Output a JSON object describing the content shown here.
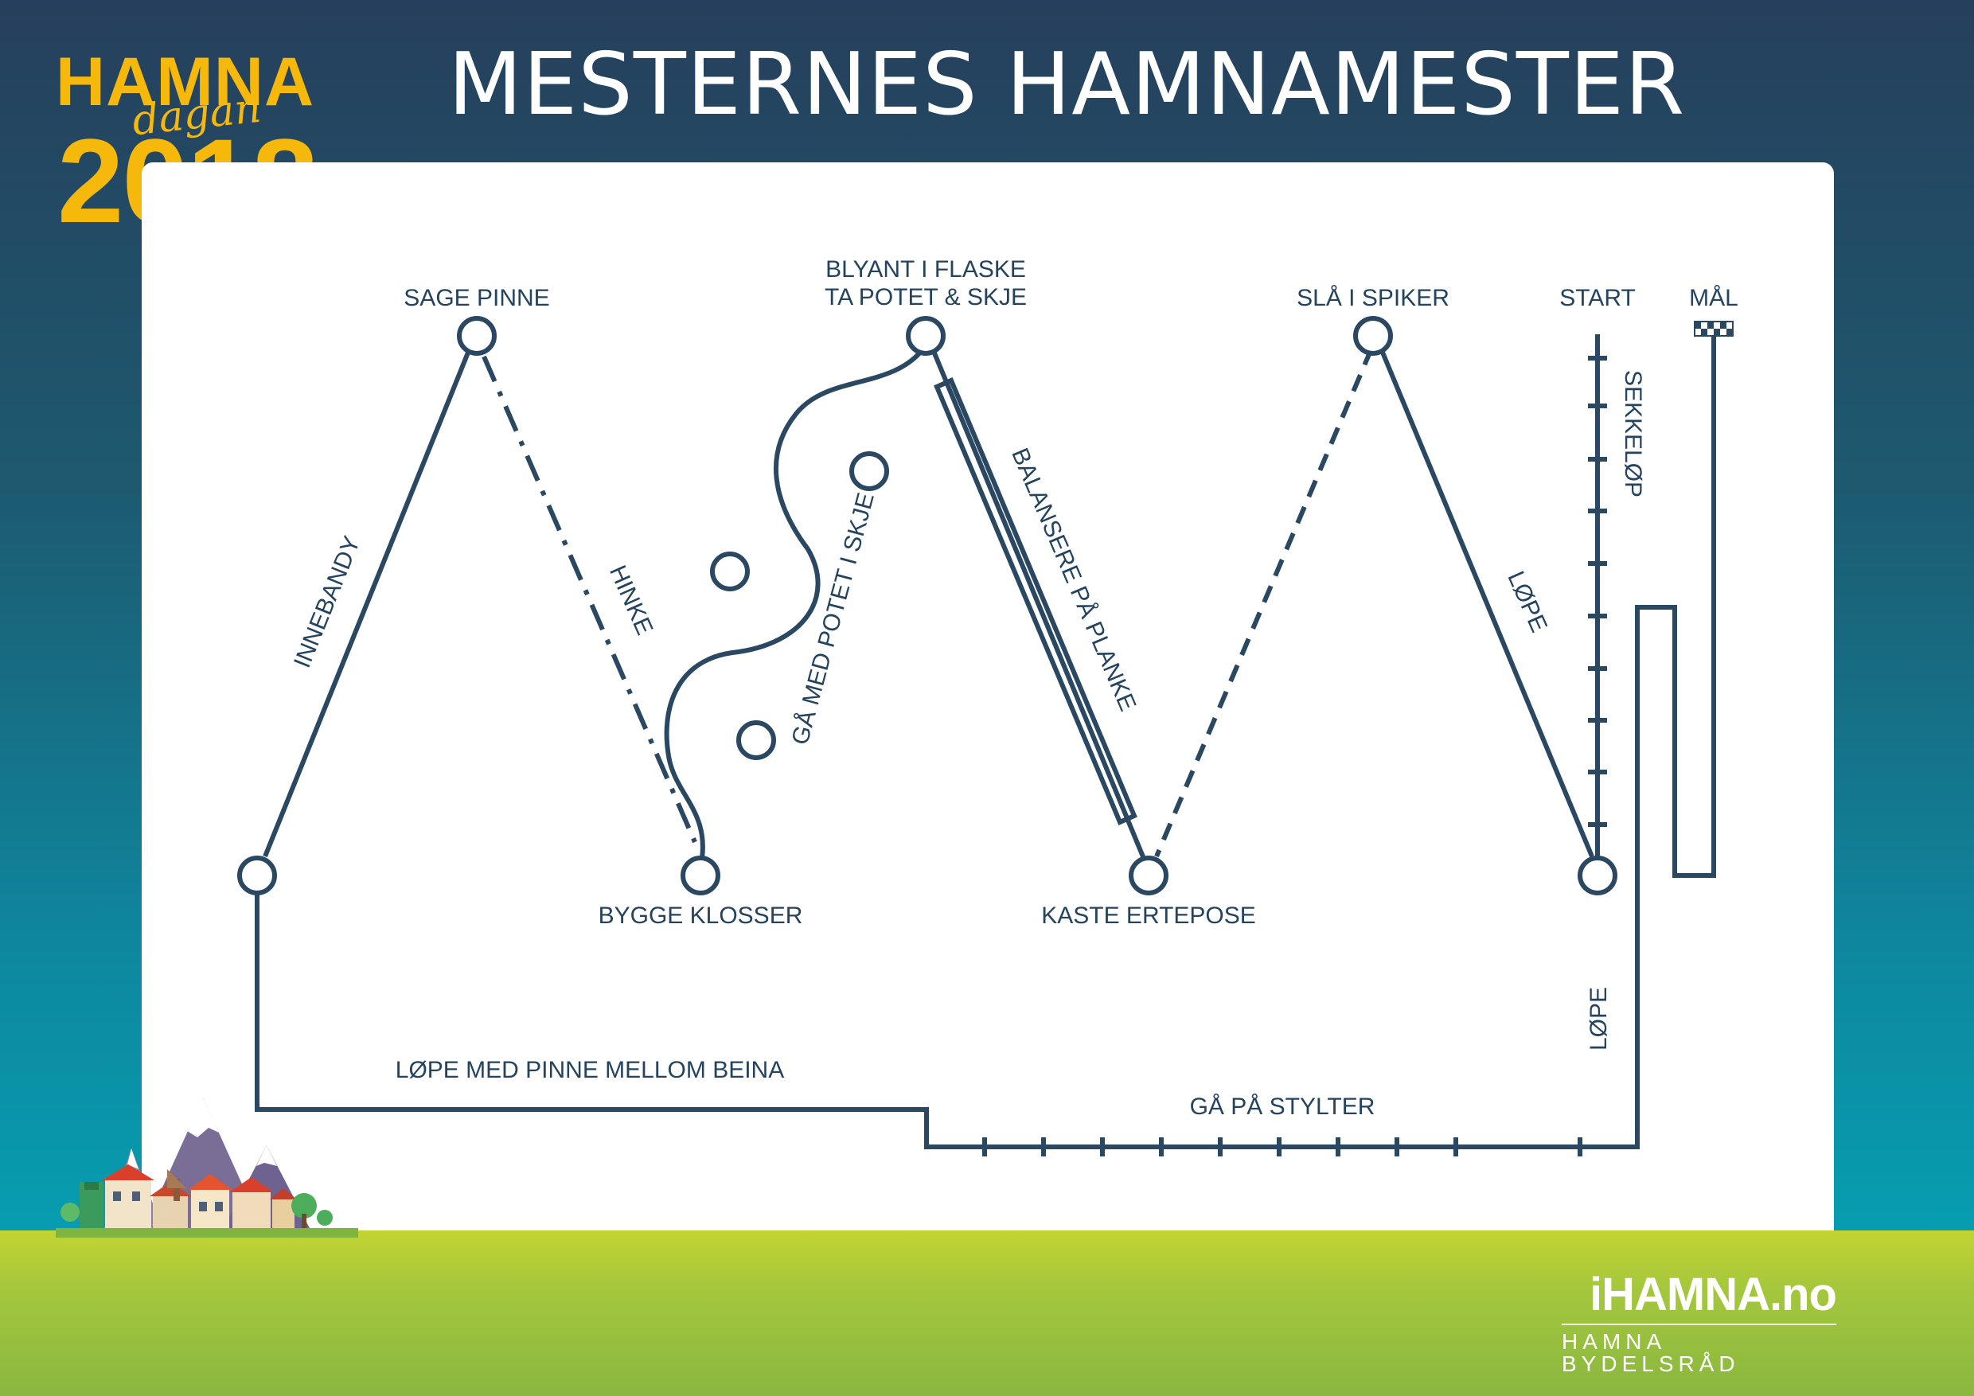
{
  "logo": {
    "line1": "HAMNA",
    "line2": "dagan",
    "year": "2018"
  },
  "title": "MESTERNES HAMNAMESTER",
  "stations": {
    "sage_pinne": "SAGE PINNE",
    "blyant_line1": "BLYANT I FLASKE",
    "blyant_line2": "TA POTET & SKJE",
    "sla_i_spiker": "SLÅ I SPIKER",
    "start": "START",
    "mal": "MÅL",
    "bygge_klosser": "BYGGE KLOSSER",
    "kaste_ertepose": "KASTE ERTEPOSE"
  },
  "activities": {
    "innebandy": "INNEBANDY",
    "hinke": "HINKE",
    "potet_i_skje": "GÅ MED POTET I SKJE",
    "balansere": "BALANSERE PÅ PLANKE",
    "lope_1": "LØPE",
    "sekkelop": "SEKKELØP",
    "lope_2": "LØPE",
    "lope_med_pinne": "LØPE MED PINNE MELLOM BEINA",
    "ga_pa_stylter": "GÅ PÅ STYLTER"
  },
  "brand": {
    "name": "iHAMNA.no",
    "org": "HAMNA BYDELSRÅD"
  },
  "colors": {
    "track": "#2b4862",
    "logo_yellow": "#f6b90b",
    "bg_top": "#263f5c",
    "bg_bottom": "#03a9b9",
    "grass": "#a5c73d"
  }
}
